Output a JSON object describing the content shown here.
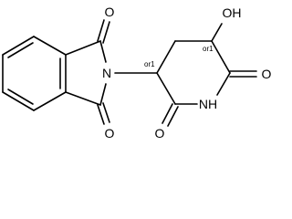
{
  "molecule": {
    "atoms": {
      "o_top": "O",
      "o_bottom": "O",
      "n_imide": "N",
      "oh": "OH",
      "o_right": "O",
      "nh": "NH",
      "o_lower": "O"
    },
    "stereo_labels": {
      "c3": "or1",
      "c5": "or1"
    }
  }
}
